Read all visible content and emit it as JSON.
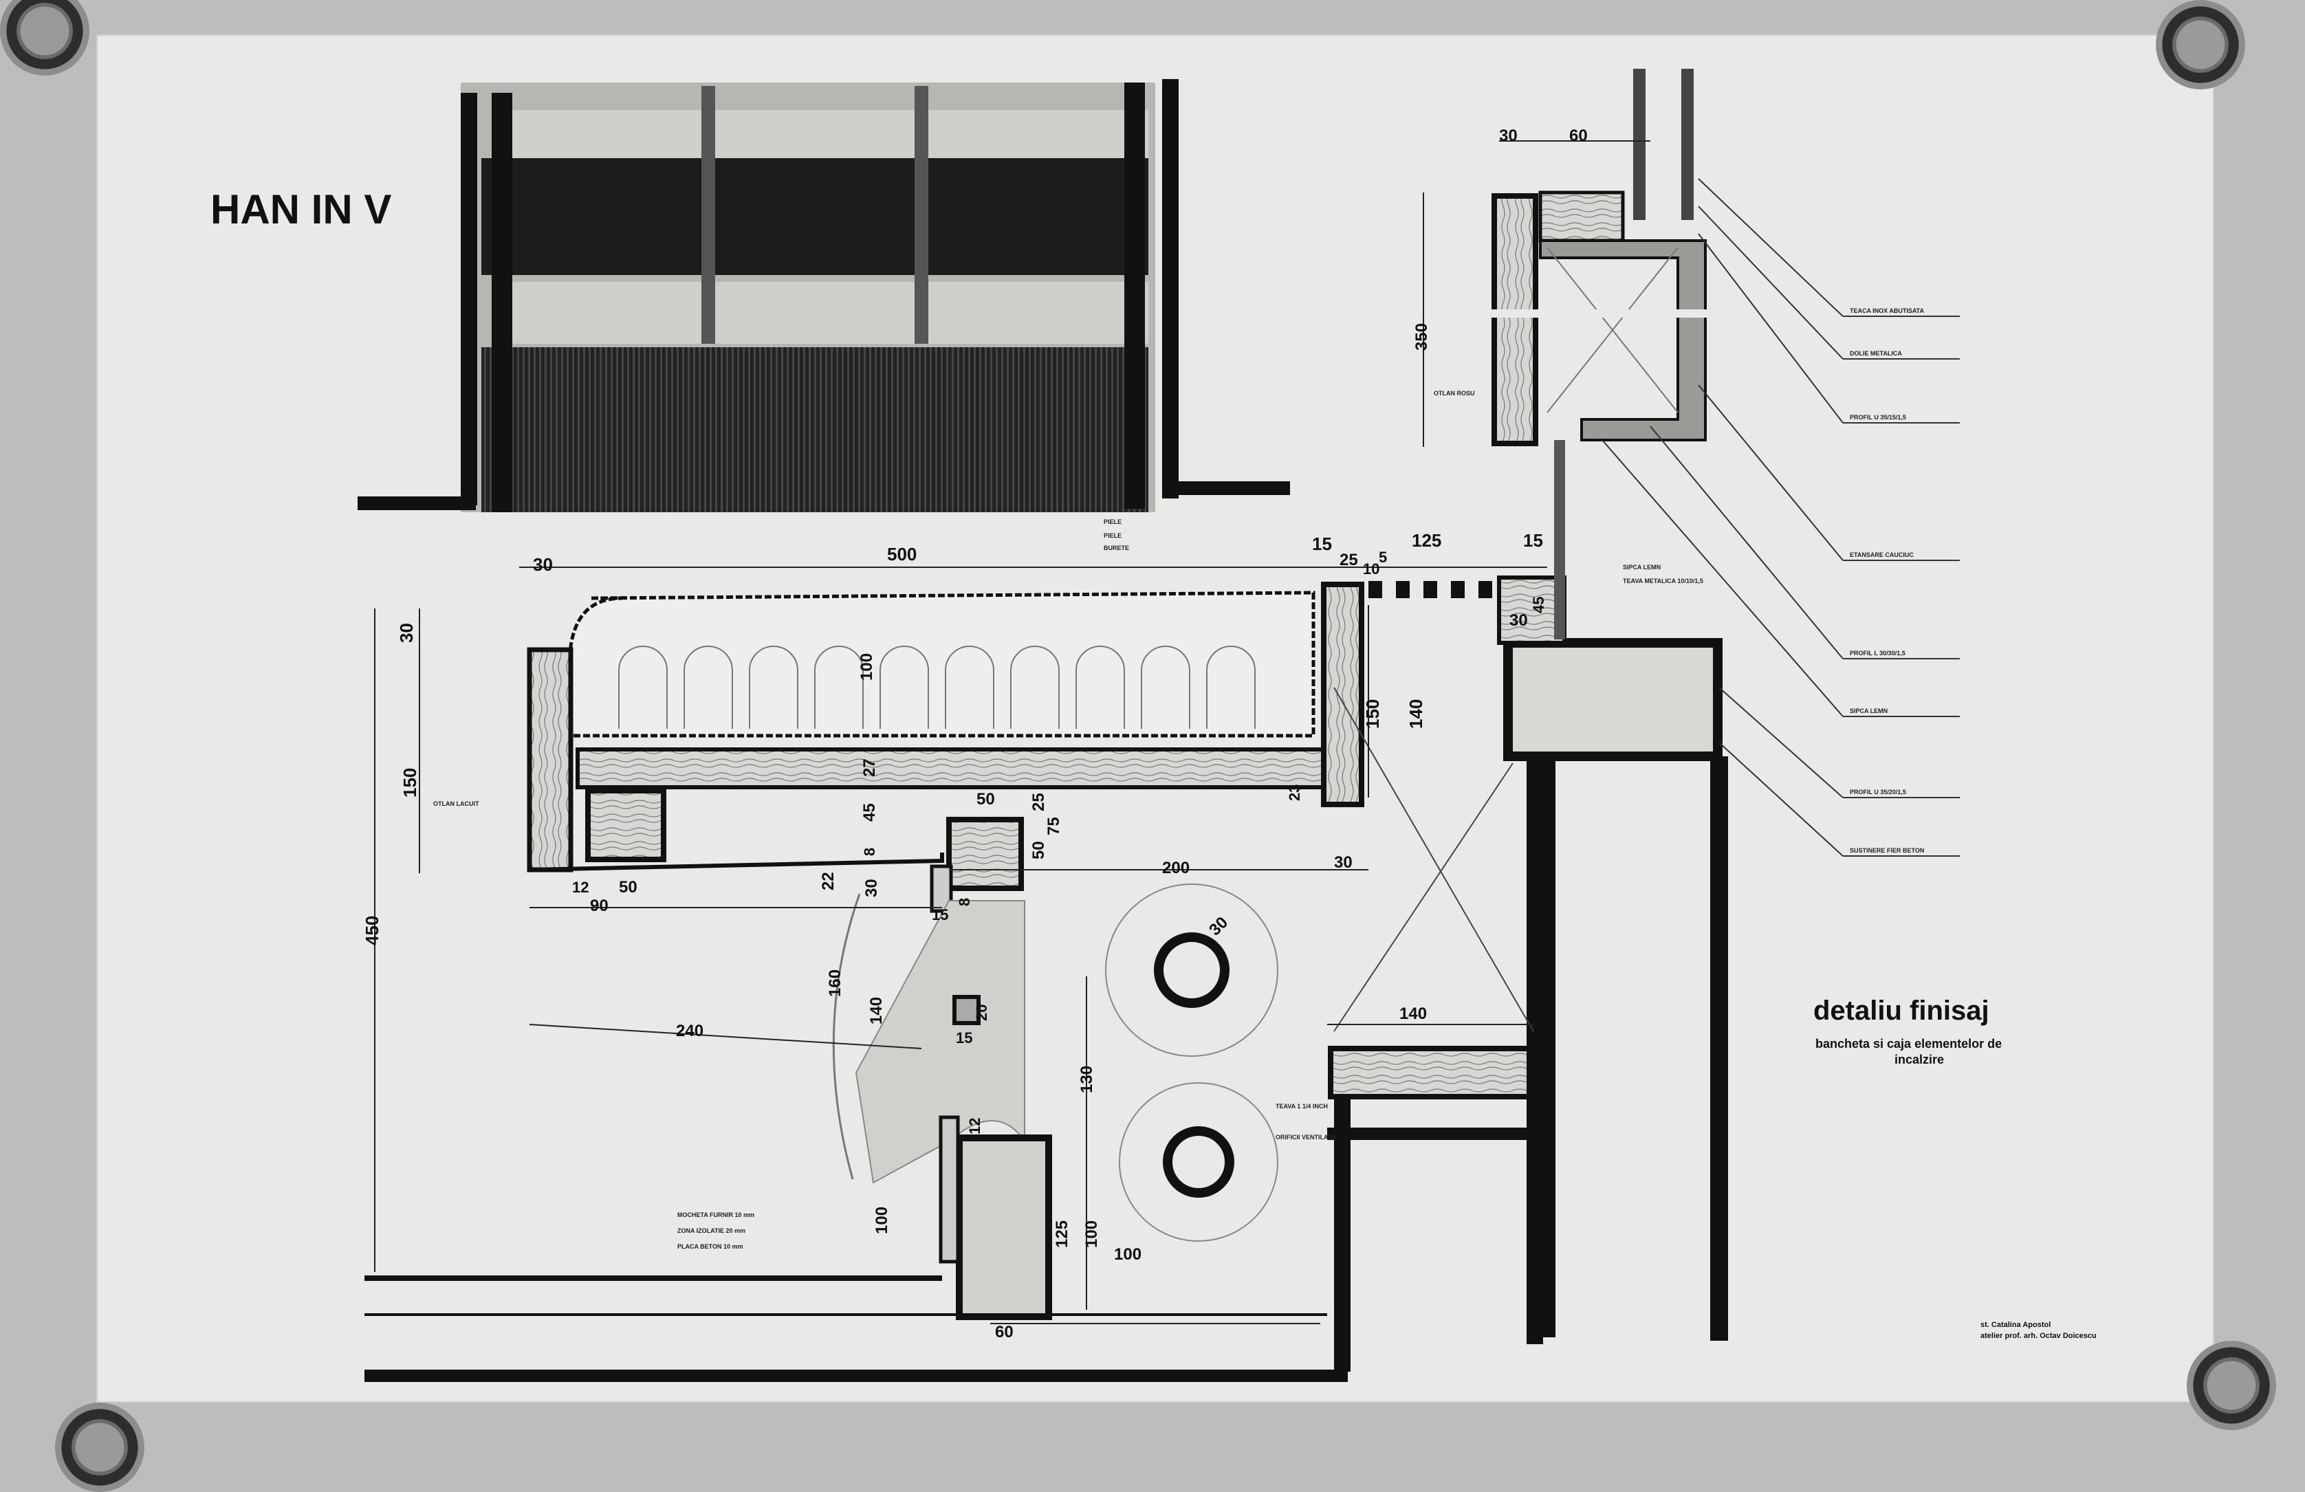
{
  "sheet": {
    "title_visible": "HAN IN V",
    "heading": "detaliu finisaj",
    "subheading_line1": "bancheta si caja elementelor de",
    "subheading_line2": "incalzire",
    "credit_line1": "st. Catalina Apostol",
    "credit_line2": "atelier prof. arh. Octav Doicescu"
  },
  "dimensions": {
    "top_30": "30",
    "top_500": "500",
    "top_15a": "15",
    "top_125": "125",
    "top_15b": "15",
    "top_25": "25",
    "top_5": "5",
    "top_10": "10",
    "left_30": "30",
    "left_150": "150",
    "left_450": "450",
    "seat_100": "100",
    "seat_27": "27",
    "v_45": "45",
    "v_8": "8",
    "h_50a": "50",
    "h_25": "25",
    "v_75": "75",
    "v_50b": "50",
    "h_200": "200",
    "h_30a": "30",
    "h_12": "12",
    "h_50c": "50",
    "h_90": "90",
    "v_22": "22",
    "v_30b": "30",
    "h_15": "15",
    "v_8b": "8",
    "v_150r": "150",
    "v_140r": "140",
    "v_23": "23",
    "h_30r": "30",
    "v_45r": "45",
    "h_240": "240",
    "v_160": "160",
    "v_140": "140",
    "v_20": "20",
    "h_15b": "15",
    "v_130": "130",
    "d_30": "30",
    "v_12": "12",
    "v_100a": "100",
    "v_125": "125",
    "v_100b": "100",
    "h_100": "100",
    "h_60": "60",
    "h_140": "140",
    "det_30": "30",
    "det_60": "60",
    "det_350": "350"
  },
  "small_labels": {
    "top_notes": [
      "PIELE",
      "PIELE",
      "BURETE"
    ],
    "left_note": "OTLAN LACUIT",
    "mid_notes": [
      "TEAVA 1 1/4 INCH",
      "ORIFICII VENTILATIE"
    ],
    "bottom_notes": [
      "MOCHETA FURNIR 10 mm",
      "ZONA IZOLATIE 20 mm",
      "PLACA BETON 10 mm"
    ],
    "detail_note": "OTLAN ROSU",
    "section_notes": [
      "SIPCA LEMN",
      "TEAVA METALICA 10/10/1,5"
    ],
    "right_callouts": [
      "TEACA INOX ABUTISATA",
      "DOLIE METALICA",
      "PROFIL U 35/15/1,5",
      "ETANSARE CAUCIUC",
      "PROFIL L 30/30/1,5",
      "SIPCA LEMN",
      "PROFIL U 35/20/1,5",
      "SUSTINERE FIER BETON"
    ]
  },
  "colors": {
    "paper": "#e9e9e7",
    "ink": "#111111",
    "background": "#bdbdbb",
    "dark_fill": "#1a1a1a"
  }
}
